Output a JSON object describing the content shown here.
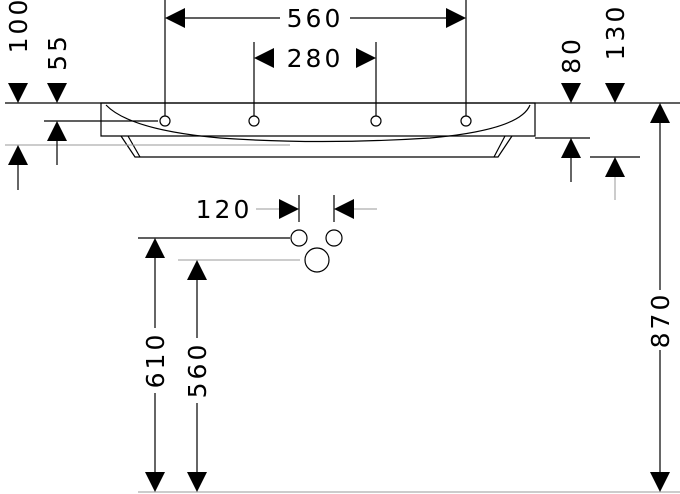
{
  "drawing": {
    "title": "Washbasin installation dimensions",
    "dimensions": {
      "tap_holes_outer": "560",
      "tap_holes_inner": "280",
      "left_top": "100",
      "left_hole": "55",
      "right_bowl": "80",
      "right_bottom": "130",
      "drain_spacing": "120",
      "overall_height": "870",
      "water_supply_height": "610",
      "drain_height": "560"
    }
  }
}
